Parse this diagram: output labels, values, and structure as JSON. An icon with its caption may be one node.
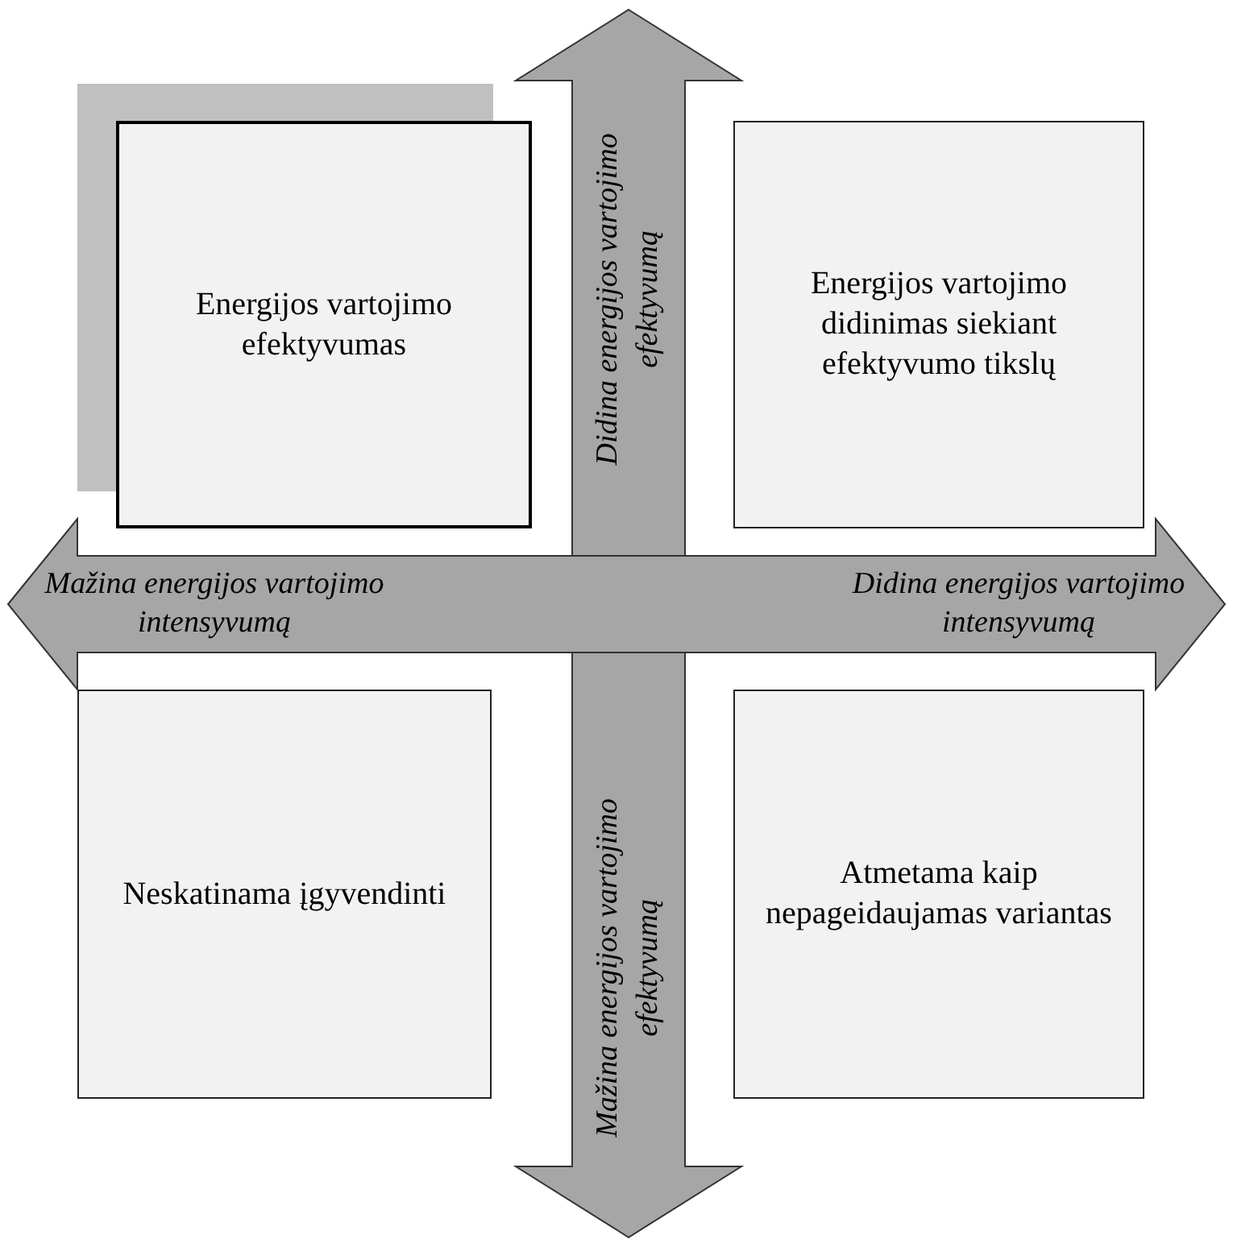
{
  "diagram": {
    "nodes": [
      {
        "text": [
          "Energijos vartojimo efektyvumas"
        ]
      },
      {
        "text": [
          "Energijos vartojimo didinimas siekiant efektyvumo tikslų"
        ]
      },
      {
        "text": [
          "Neskatinama įgyvendinti"
        ]
      },
      {
        "text": [
          "Atmetama kaip nepageidaujamas variantas"
        ]
      }
    ],
    "labels": [
      "Didina energijos vartojimo efektyvumą",
      "Mažina energijos vartojimo intensyvumą",
      "Didina energijos vartojimo intensyvumą",
      "Mažina energijos vartojimo efektyvumą"
    ]
  }
}
